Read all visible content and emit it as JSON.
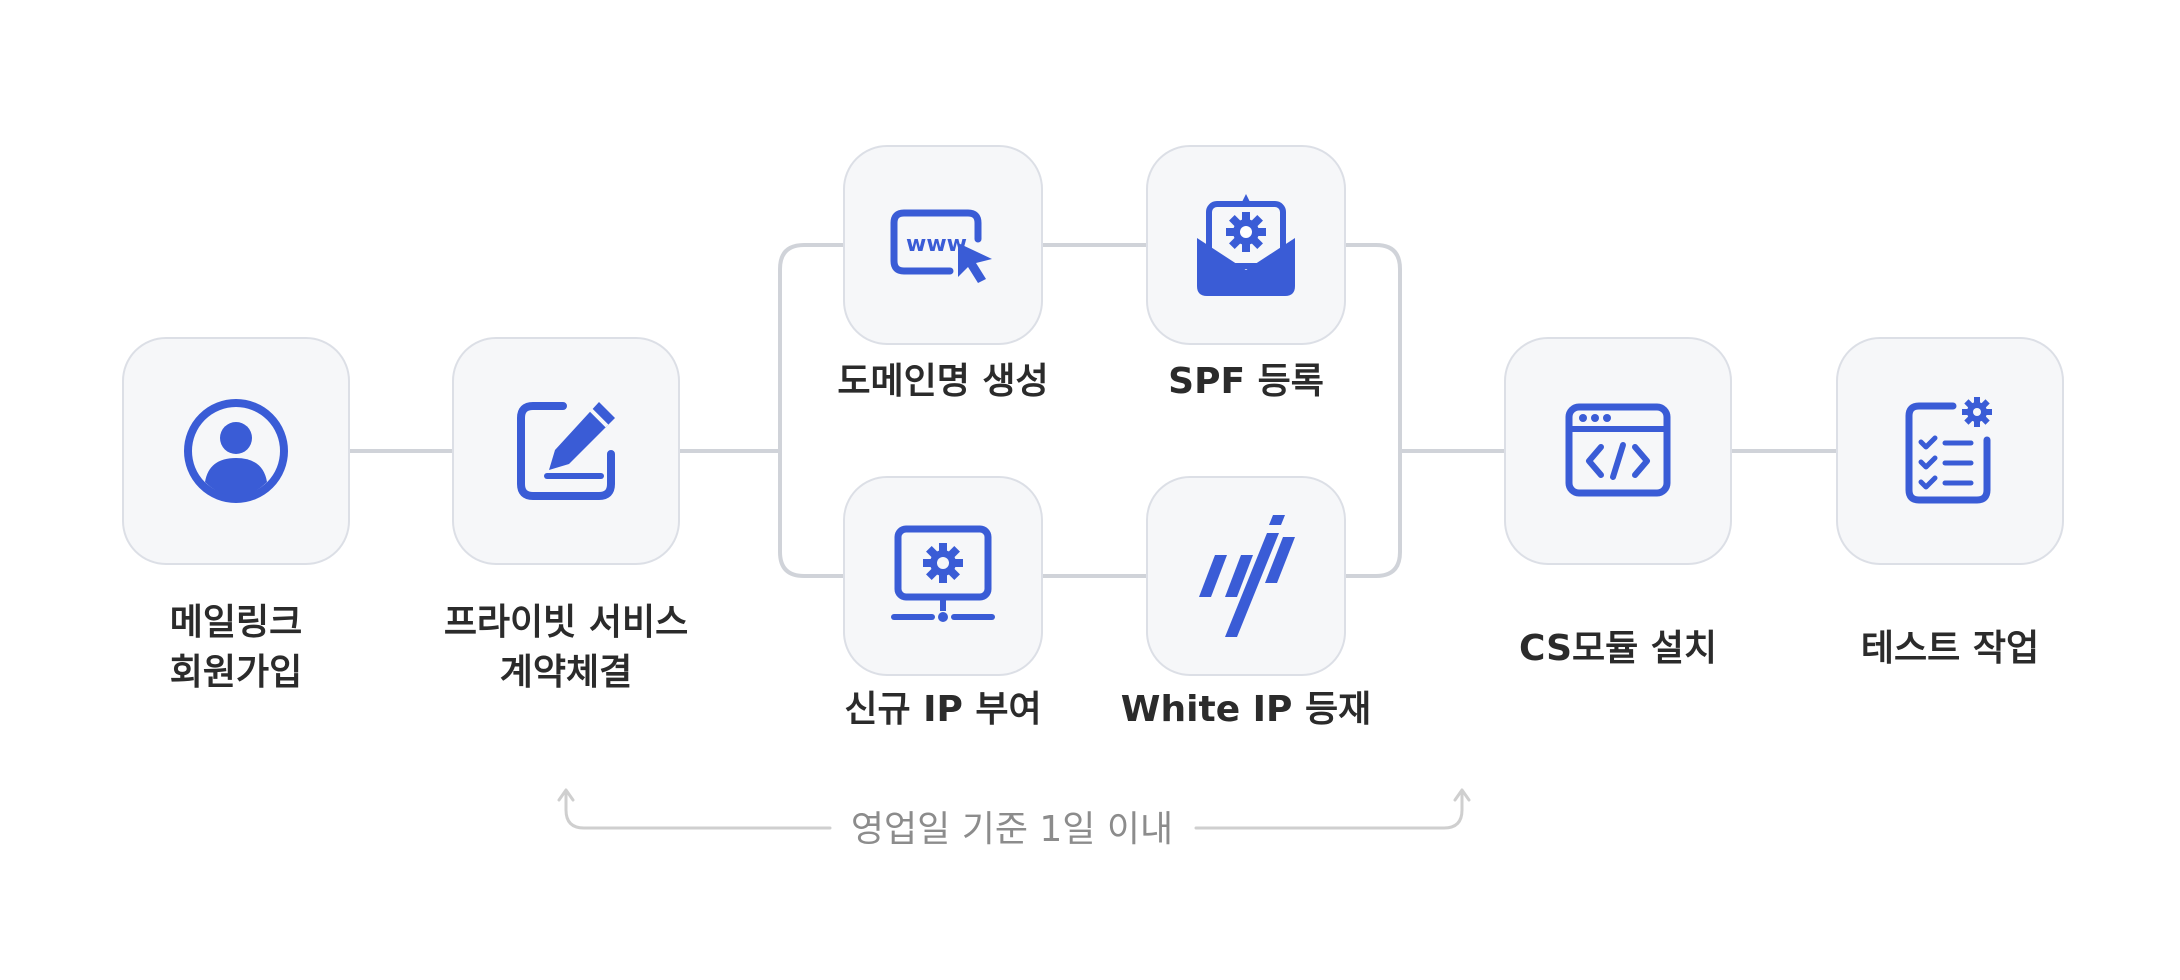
{
  "colors": {
    "accent": "#3a5cd6",
    "connector": "#d0d3d9",
    "box_bg": "#f6f7f9",
    "box_border": "#dcdfe6"
  },
  "steps": {
    "signup": {
      "line1": "메일링크",
      "line2": "회원가입",
      "icon": "user-circle-icon"
    },
    "contract": {
      "line1": "프라이빗 서비스",
      "line2": "계약체결",
      "icon": "edit-pen-icon"
    },
    "domain": {
      "label": "도메인명 생성",
      "icon": "www-cursor-icon"
    },
    "spf": {
      "label": "SPF 등록",
      "icon": "mail-gear-icon"
    },
    "new_ip": {
      "label": "신규 IP 부여",
      "icon": "monitor-gear-icon"
    },
    "whitelist": {
      "label": "White IP 등재",
      "icon": "slash-lines-icon"
    },
    "cs_module": {
      "label": "CS모듈 설치",
      "icon": "code-window-icon"
    },
    "test": {
      "label": "테스트 작업",
      "icon": "checklist-gear-icon"
    }
  },
  "duration_note": "영업일 기준 1일 이내"
}
